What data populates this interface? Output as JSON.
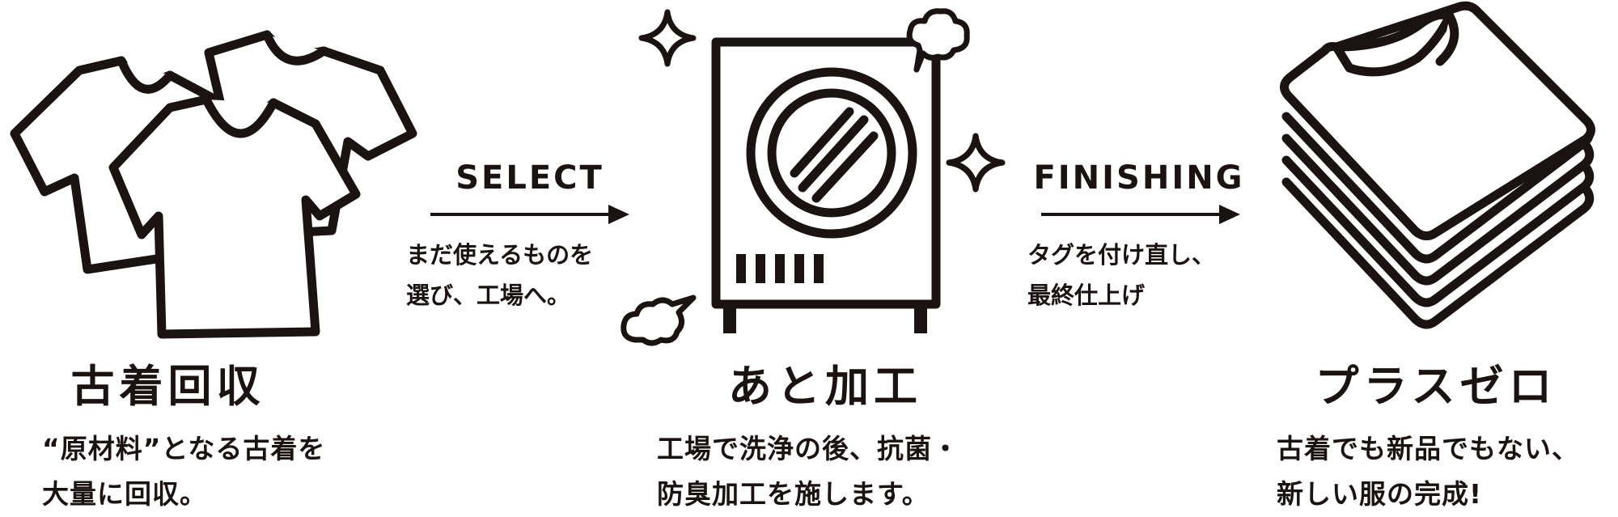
{
  "colors": {
    "ink": "#1a1311",
    "background": "#ffffff"
  },
  "steps": [
    {
      "title": "古着回収",
      "desc": [
        "“原材料”となる古着を",
        "大量に回収。"
      ]
    },
    {
      "title": "あと加工",
      "desc": [
        "工場で洗浄の後、抗菌・",
        "防臭加工を施します。"
      ]
    },
    {
      "title": "プラスゼロ",
      "desc": [
        "古着でも新品でもない、",
        "新しい服の完成!"
      ]
    }
  ],
  "arrows": [
    {
      "label": "SELECT",
      "note": [
        "まだ使えるものを",
        "選び、工場へ。"
      ]
    },
    {
      "label": "FINISHING",
      "note": [
        "タグを付け直し、",
        "最終仕上げ"
      ]
    }
  ],
  "icons": [
    "t-shirts-icon",
    "washing-machine-icon",
    "folded-shirts-stack-icon",
    "sparkle-icon",
    "steam-cloud-icon",
    "arrow-right-icon"
  ]
}
